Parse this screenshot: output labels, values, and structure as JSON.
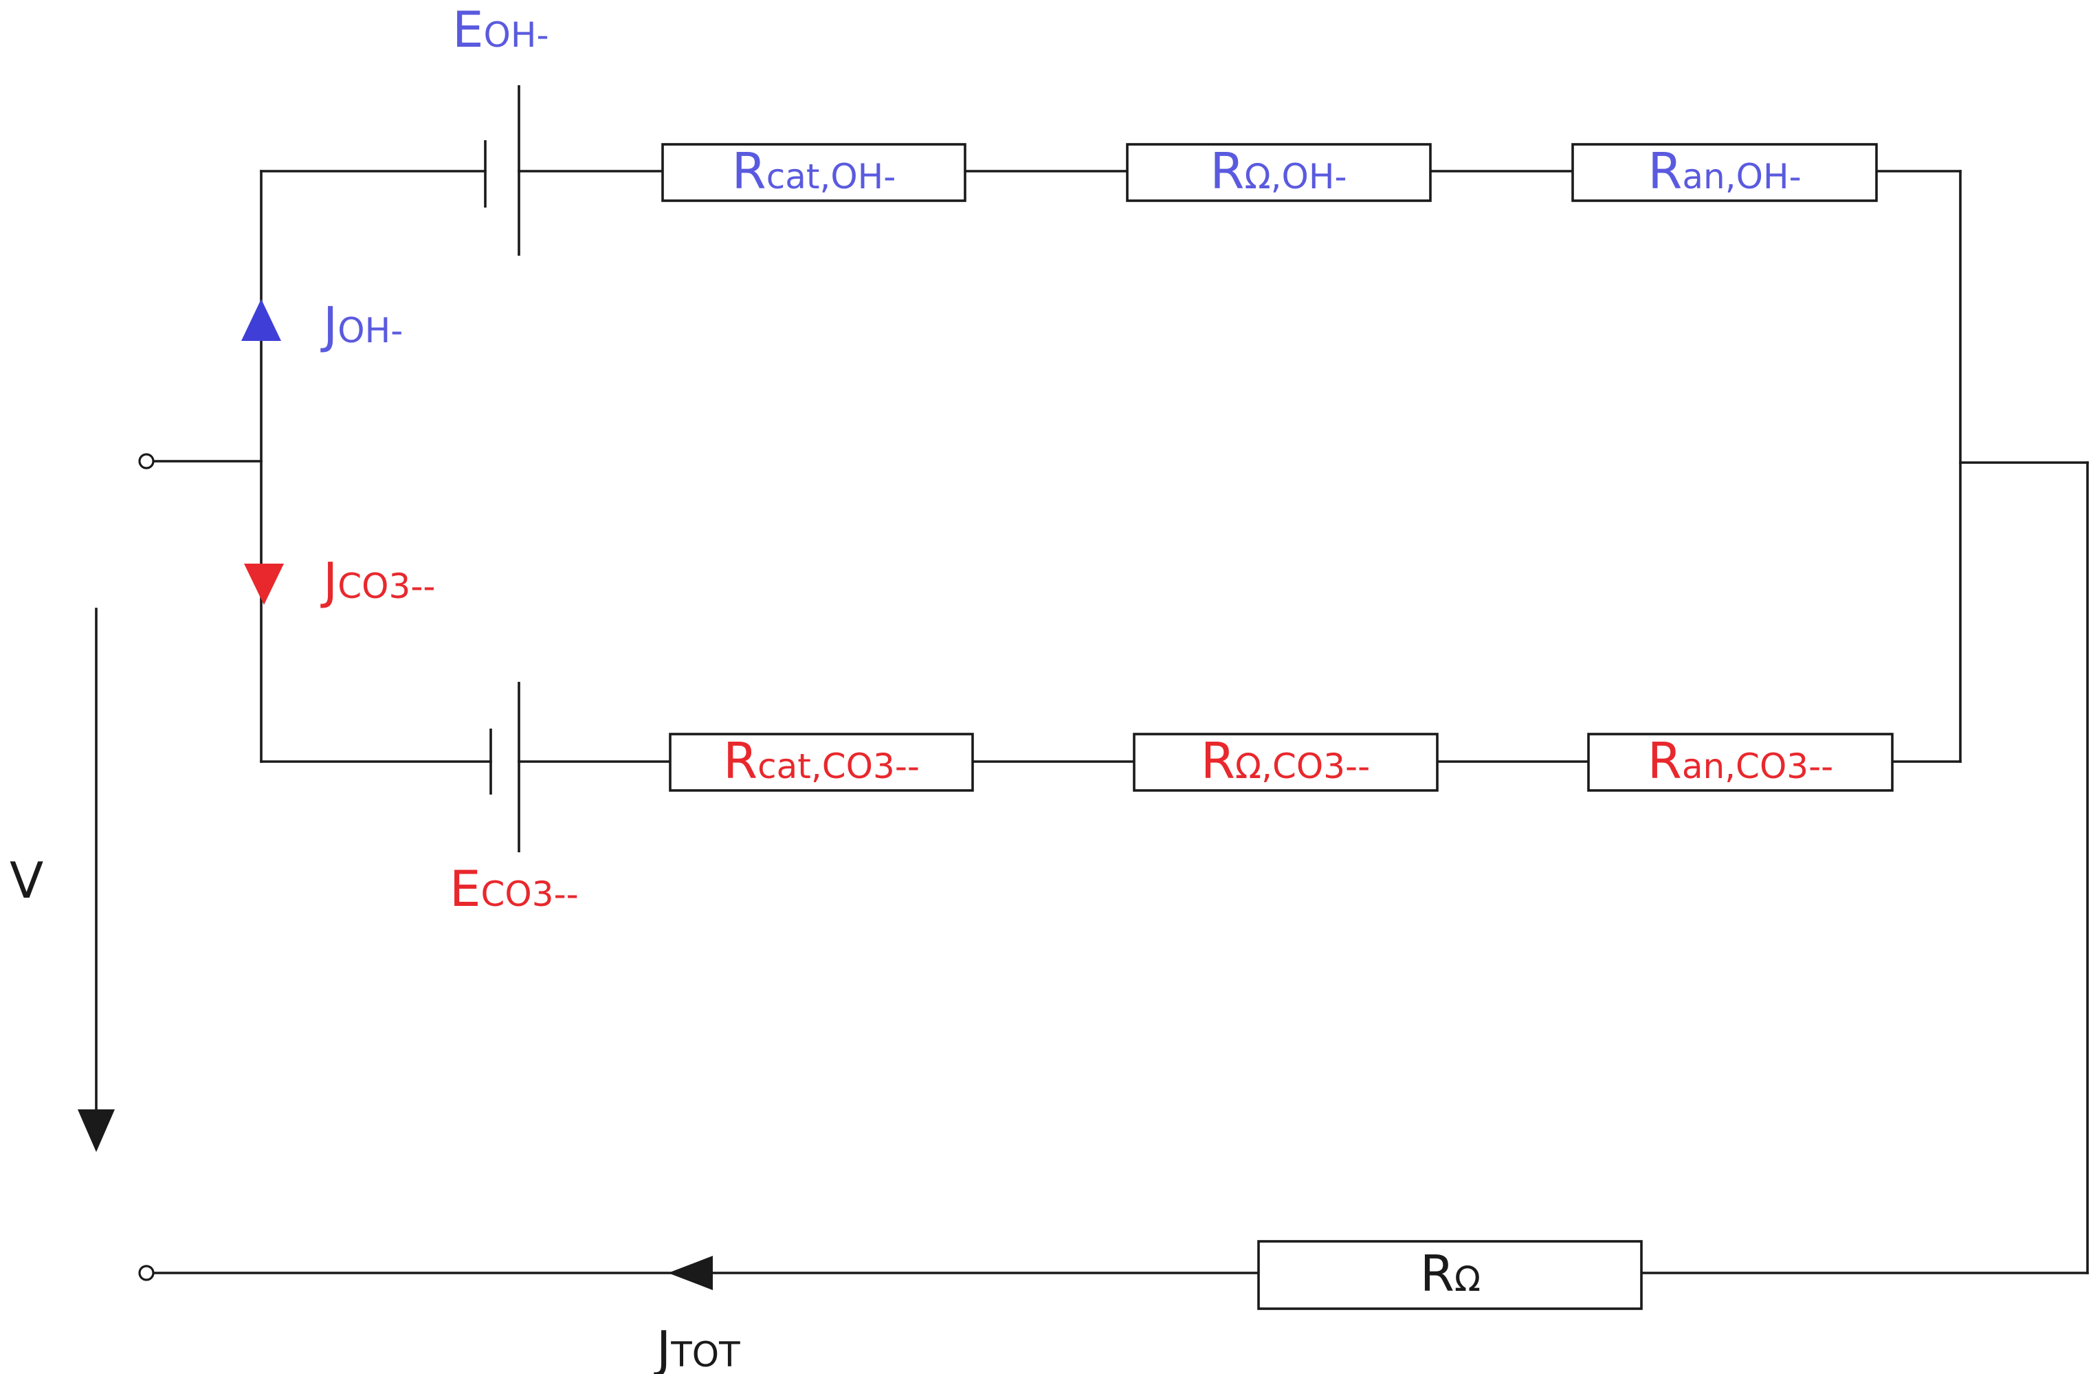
{
  "colors": {
    "oh": "#5a5adf",
    "co3": "#e8282d",
    "ink": "#1a1a1a",
    "oh_arrow": "#3f3fd8"
  },
  "labels": {
    "e_oh": {
      "main": "E",
      "sub": "OH-"
    },
    "j_oh": {
      "main": "J",
      "sub": "OH-"
    },
    "j_co3": {
      "main": "J",
      "sub": "CO3--"
    },
    "e_co3": {
      "main": "E",
      "sub": "CO3--"
    },
    "r_cat_oh": {
      "main": "R",
      "sub": "cat,OH-"
    },
    "r_ohm_oh": {
      "main": "R",
      "sub": "Ω,OH-"
    },
    "r_an_oh": {
      "main": "R",
      "sub": "an,OH-"
    },
    "r_cat_co3": {
      "main": "R",
      "sub": "cat,CO3--"
    },
    "r_ohm_co3": {
      "main": "R",
      "sub": "Ω,CO3--"
    },
    "r_an_co3": {
      "main": "R",
      "sub": "an,CO3--"
    },
    "r_ohm": {
      "main": "R",
      "sub": "Ω"
    },
    "v": {
      "main": "V"
    },
    "j_tot": {
      "main": "J",
      "sub": "TOT"
    }
  }
}
